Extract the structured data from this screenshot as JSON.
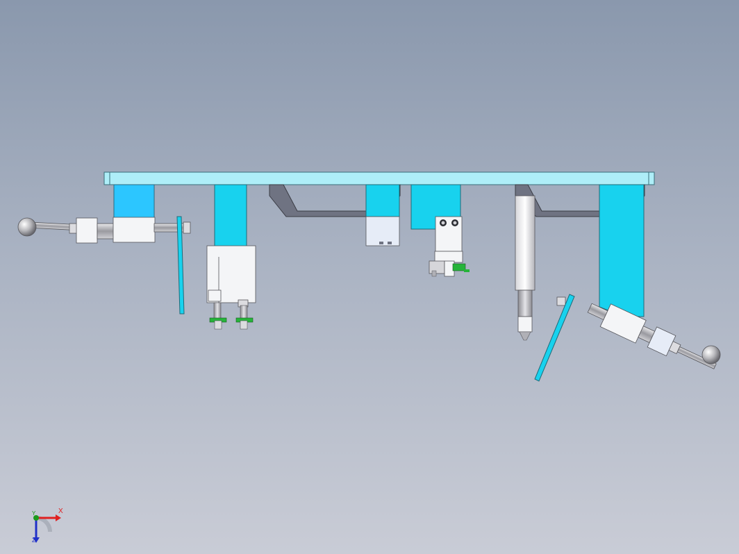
{
  "viewport": {
    "background_top": "#8a98ad",
    "background_bottom": "#c9ccd6"
  },
  "colors": {
    "cyan_part": "#18d2ee",
    "cyan_light": "#2cc6ff",
    "plate": "#aeeef8",
    "steel_grey": "#6f7382",
    "white_part": "#f4f5f7",
    "sensor_green": "#26b43a",
    "axis_x": "#e02020",
    "axis_y": "#1a9a1a",
    "axis_z": "#2030c8"
  },
  "triad": {
    "x_label": "X",
    "y_label": "Y",
    "z_label": "Z"
  }
}
